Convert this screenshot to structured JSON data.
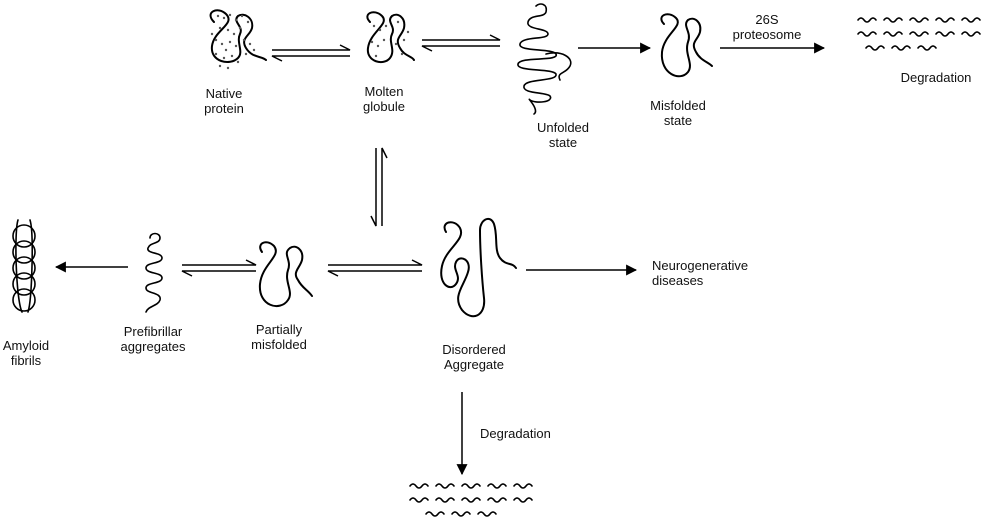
{
  "labels": {
    "native_protein": [
      "Native",
      "protein"
    ],
    "molten_globule": [
      "Molten",
      "globule"
    ],
    "unfolded_state": [
      "Unfolded",
      "state"
    ],
    "misfolded_state": [
      "Misfolded",
      "state"
    ],
    "proteasome": [
      "26S",
      "proteosome"
    ],
    "degradation_top": "Degradation",
    "amyloid_fibrils": [
      "Amyloid",
      "fibrils"
    ],
    "prefibrillar_aggregates": [
      "Prefibrillar",
      "aggregates"
    ],
    "partially_misfolded": [
      "Partially",
      "misfolded"
    ],
    "disordered_aggregate": [
      "Disordered",
      "Aggregate"
    ],
    "neurogenerative_diseases": [
      "Neurogenerative",
      "diseases"
    ],
    "degradation_bottom": "Degradation"
  },
  "icons": [
    "native-protein-icon",
    "molten-globule-icon",
    "unfolded-state-icon",
    "misfolded-state-icon",
    "degraded-fragments-icon",
    "amyloid-fibrils-icon",
    "prefibrillar-aggregates-icon",
    "partially-misfolded-icon",
    "disordered-aggregate-icon"
  ]
}
